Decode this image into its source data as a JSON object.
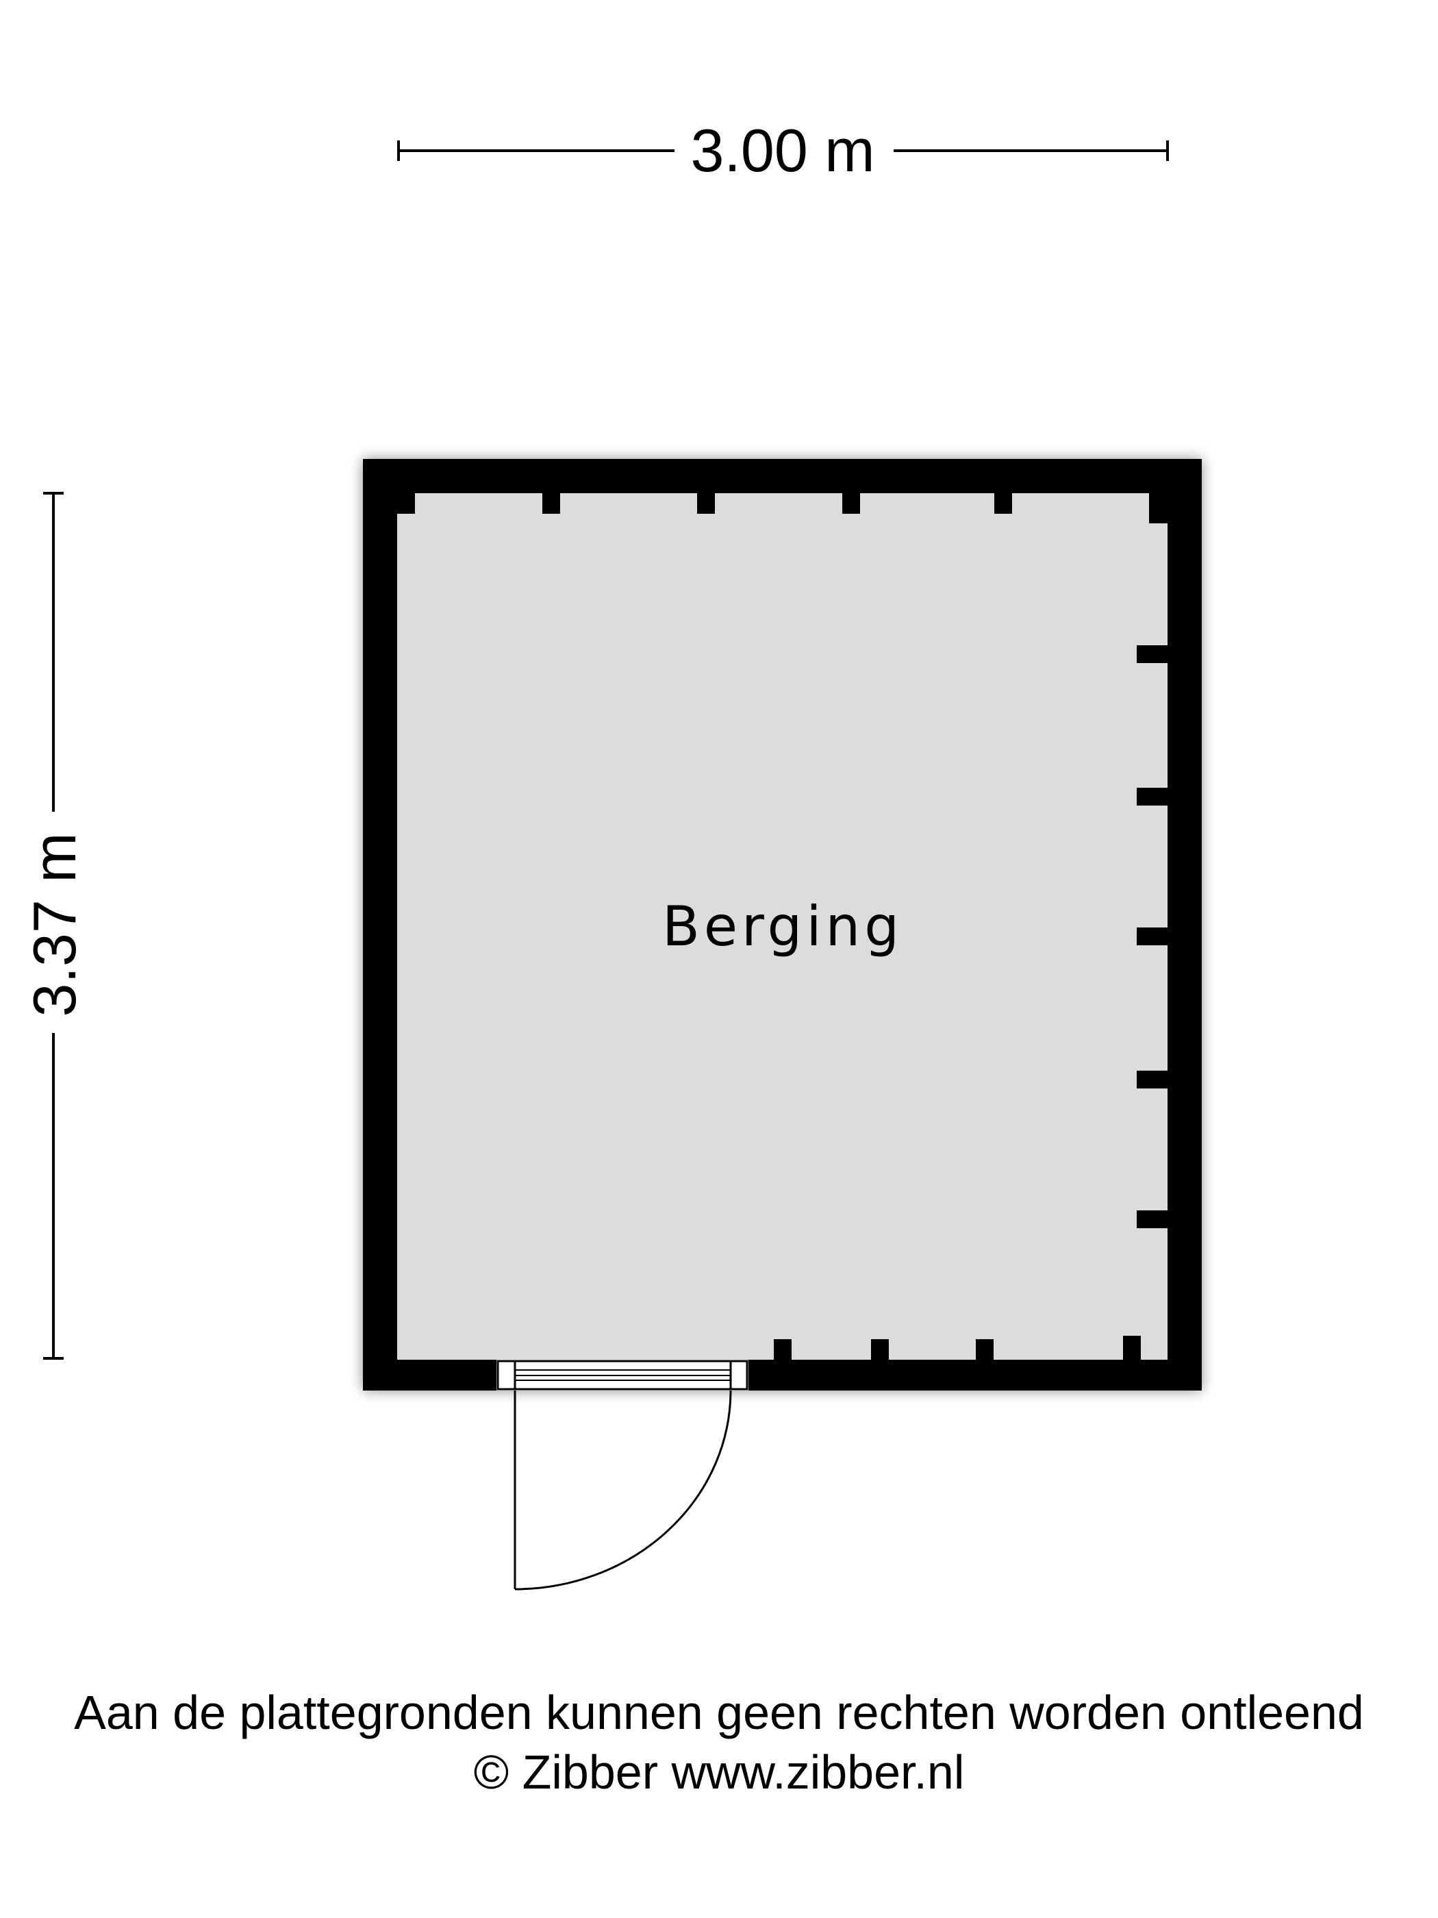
{
  "dimensions": {
    "width_label": "3.00 m",
    "height_label": "3.37 m"
  },
  "room": {
    "name": "Berging"
  },
  "footer": {
    "disclaimer": "Aan de plattegronden kunnen geen rechten worden ontleend",
    "copyright": "© Zibber www.zibber.nl"
  },
  "colors": {
    "wall": "#000000",
    "floor": "#dcdcdc",
    "background": "#ffffff"
  }
}
